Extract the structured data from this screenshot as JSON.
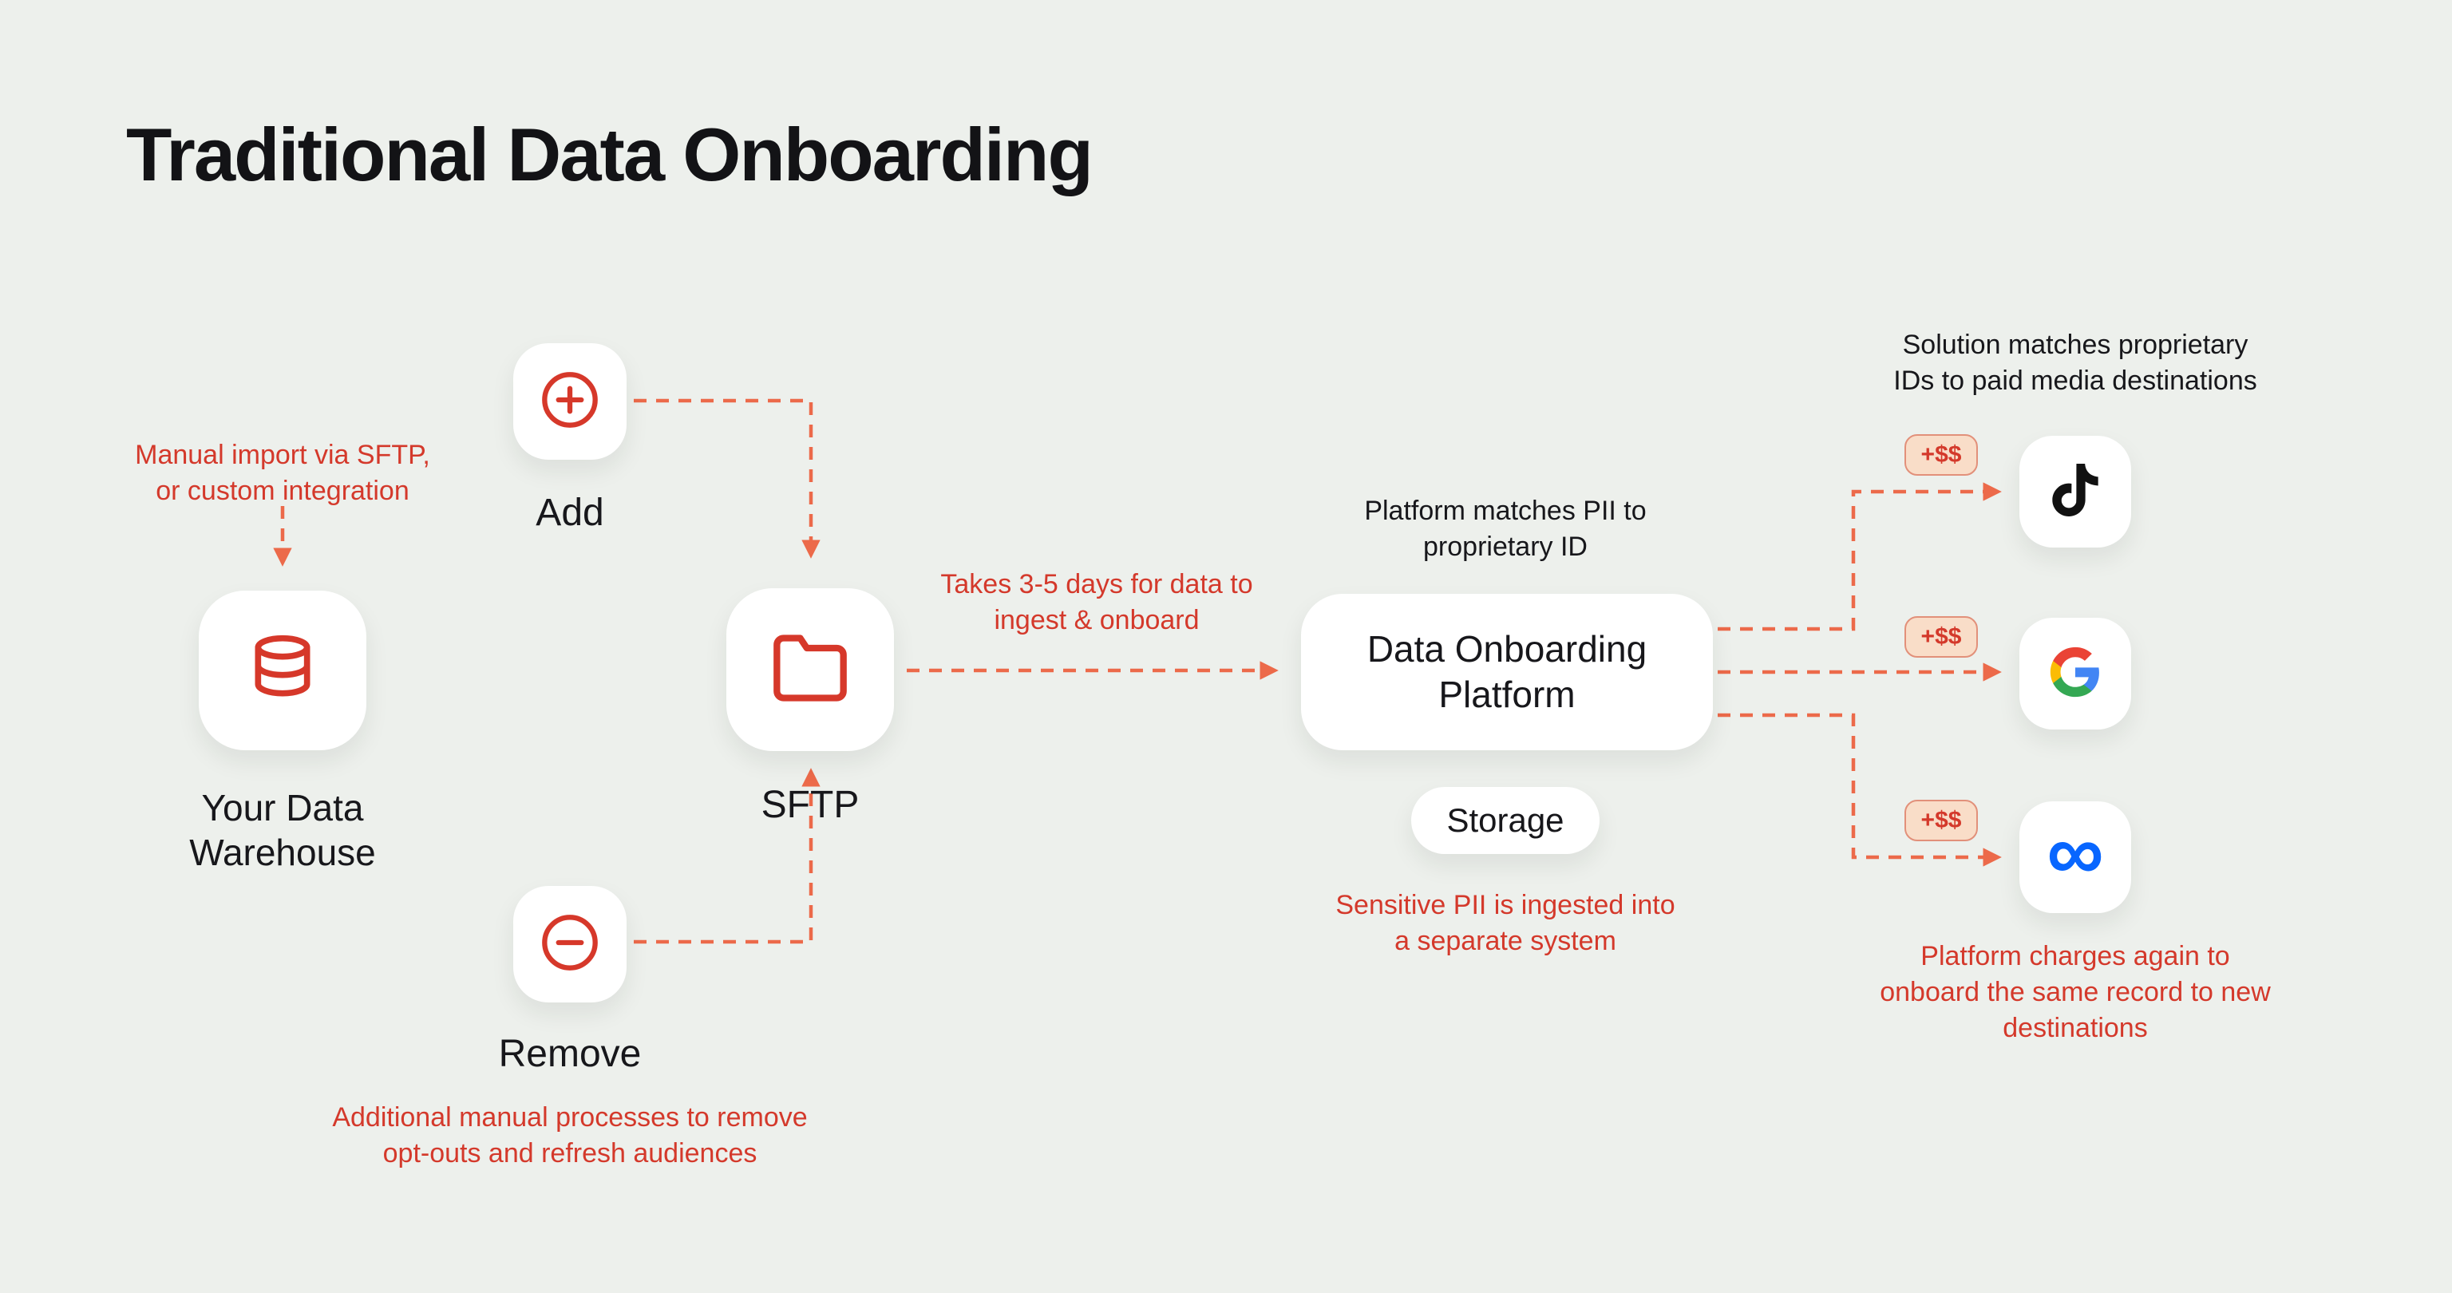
{
  "title": "Traditional Data Onboarding",
  "colors": {
    "background": "#edf0ec",
    "red_text": "#d4392b",
    "arrow": "#ec6a4a",
    "icon_red": "#d6382a",
    "meta_blue": "#0866ff",
    "tiktok_black": "#111111",
    "badge_bg": "#f9ddc8"
  },
  "warehouse": {
    "caption": "Manual import via SFTP,\nor custom integration",
    "label": "Your Data\nWarehouse"
  },
  "add": {
    "label": "Add"
  },
  "remove": {
    "label": "Remove",
    "caption": "Additional manual processes to remove\nopt-outs and refresh audiences"
  },
  "sftp": {
    "label": "SFTP",
    "arrow_caption": "Takes 3-5 days for data to\ningest & onboard"
  },
  "platform": {
    "caption": "Platform matches PII to\nproprietary ID",
    "label": "Data Onboarding\nPlatform",
    "storage_label": "Storage",
    "storage_caption": "Sensitive PII is ingested into\na separate system"
  },
  "destinations": {
    "caption": "Solution matches proprietary\nIDs to paid media destinations",
    "badges": [
      "+$$",
      "+$$",
      "+$$"
    ],
    "items": [
      "TikTok",
      "Google",
      "Meta"
    ],
    "footnote": "Platform charges again to\nonboard the same record to new\ndestinations"
  }
}
